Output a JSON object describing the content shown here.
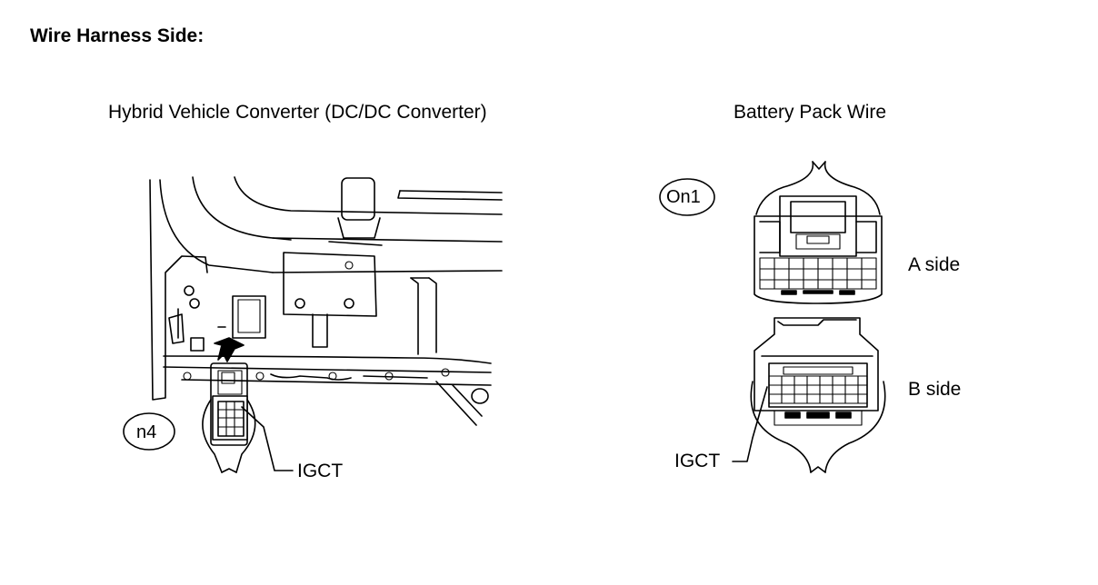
{
  "title": "Wire Harness Side:",
  "left_diagram": {
    "caption": "Hybrid Vehicle Converter (DC/DC Converter)",
    "connector_tag": "n4",
    "terminal_label": "IGCT"
  },
  "right_diagram": {
    "caption": "Battery Pack Wire",
    "connector_tag": "On1",
    "a_side_label": "A side",
    "b_side_label": "B side",
    "terminal_label": "IGCT"
  }
}
